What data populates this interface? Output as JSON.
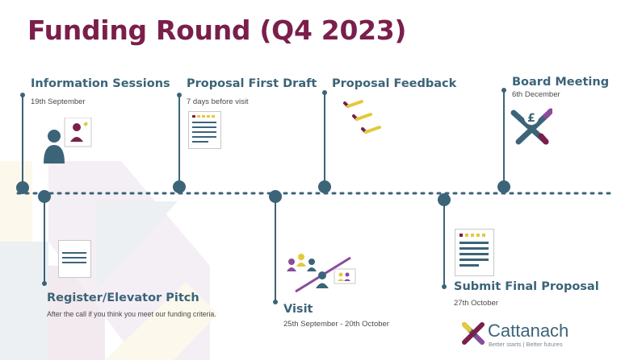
{
  "title": "Funding Round (Q4 2023)",
  "milestones": [
    {
      "label": "Information Sessions",
      "date": "19th September"
    },
    {
      "label": "Register/Elevator Pitch",
      "date": "After the call if you think you meet our funding criteria."
    },
    {
      "label": "Proposal First Draft",
      "date": "7 days before visit"
    },
    {
      "label": "Visit",
      "date": "25th September -  20th October"
    },
    {
      "label": "Proposal Feedback",
      "date": ""
    },
    {
      "label": "Submit Final Proposal",
      "date": "27th October"
    },
    {
      "label": "Board Meeting",
      "date": "6th December"
    }
  ],
  "logo": {
    "name": "Cattanach",
    "tagline": "Better starts | Better futures"
  },
  "colors": {
    "title": "#7a1f4b",
    "teal": "#3b6478",
    "yellow": "#e3c93c",
    "purple": "#8a4c9b",
    "maroon": "#7a1f4b"
  },
  "icons": [
    "people-icon",
    "document-icon",
    "group-meeting-icon",
    "checklist-icon",
    "pound-crossed-icon",
    "cattanach-logo-icon"
  ]
}
